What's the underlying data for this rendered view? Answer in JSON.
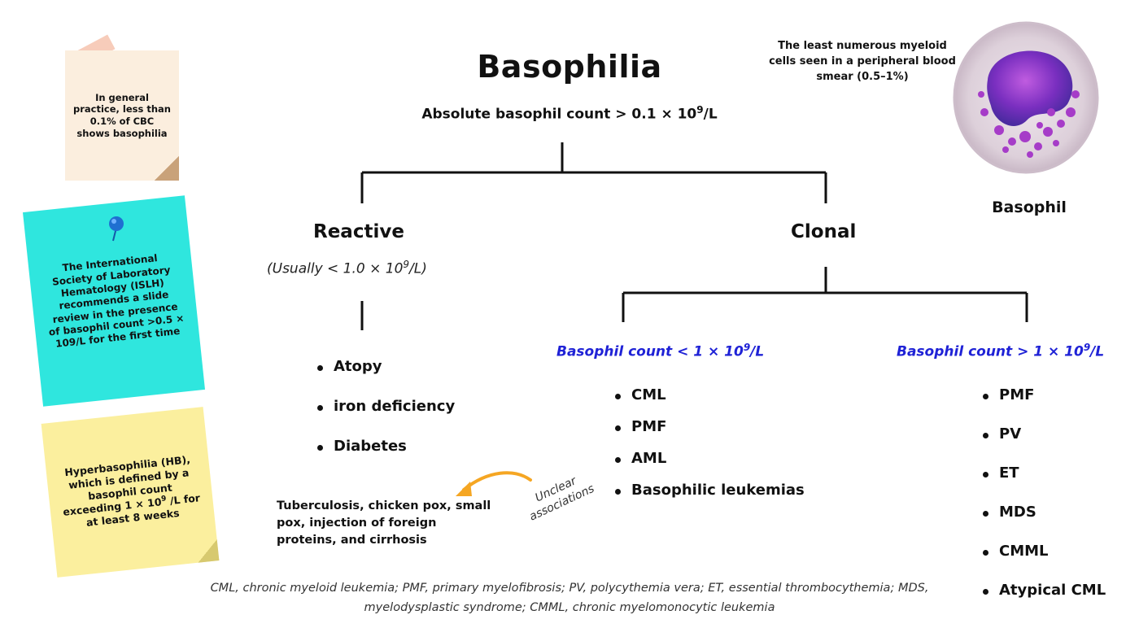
{
  "title": "Basophilia",
  "subtitle": {
    "text": "Absolute basophil count > 0.1 × 10",
    "sup": "9",
    "suffix": "/L"
  },
  "reactive": {
    "label": "Reactive",
    "condition": {
      "text": "(Usually < 1.0 × 10",
      "sup": "9",
      "suffix": "/L)"
    },
    "items": [
      "Atopy",
      "iron deficiency",
      "Diabetes"
    ]
  },
  "clonal": {
    "label": "Clonal",
    "low": {
      "text": "Basophil count < 1 × 10",
      "sup": "9",
      "suffix": "/L",
      "items": [
        "CML",
        "PMF",
        "AML",
        "Basophilic leukemias"
      ]
    },
    "high": {
      "text": "Basophil count > 1 × 10",
      "sup": "9",
      "suffix": "/L",
      "items": [
        "PMF",
        "PV",
        "ET",
        "MDS",
        "CMML",
        "Atypical CML"
      ]
    }
  },
  "unclear": {
    "label": "Unclear associations",
    "text": "Tuberculosis, chicken pox, small pox, injection of foreign proteins, and cirrhosis"
  },
  "notes": {
    "note1": "In general practice, less than 0.1% of CBC shows basophilia",
    "note2": "The International Society of Laboratory Hematology (ISLH) recommends a slide review in the presence of basophil count >0.5 × 109/L for the first time",
    "note3": {
      "text": "Hyperbasophilia (HB), which is defined by a basophil count exceeding 1 × 10",
      "sup": "9",
      "suffix": " /L for at least 8 weeks"
    }
  },
  "top_note": "The least numerous myeloid cells seen in a peripheral blood smear (0.5–1%)",
  "basophil_label": "Basophil",
  "footnote": "CML, chronic myeloid leukemia; PMF, primary myelofibrosis; PV, polycythemia vera; ET, essential thrombocythemia; MDS, myelodysplastic syndrome; CMML, chronic myelomonocytic leukemia",
  "colors": {
    "accent_blue": "#1f22d6",
    "arrow_orange": "#f5a623",
    "note_peach": "#fbeede",
    "note_cyan": "#2fe6de",
    "note_yellow": "#fbef9e"
  },
  "icons": {
    "pin": "push-pin-icon",
    "cell": "basophil-cell-image"
  }
}
